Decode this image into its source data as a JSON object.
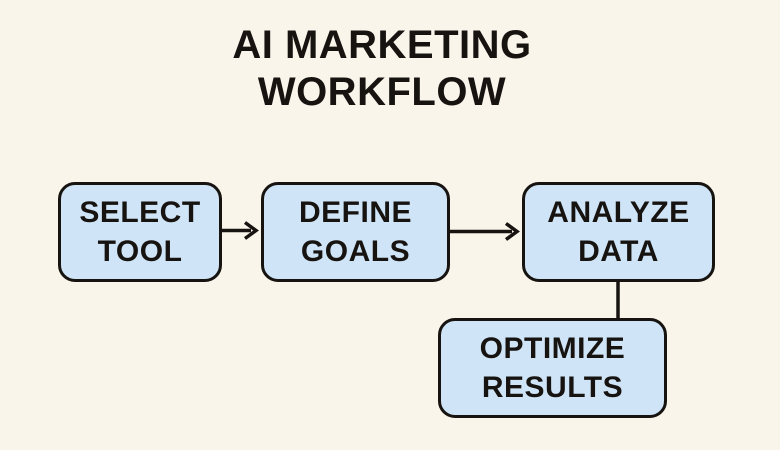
{
  "title": "AI MARKETING WORKFLOW",
  "colors": {
    "background": "#FAF5EB",
    "node_fill": "#CFE5F7",
    "node_border": "#161310",
    "text": "#161310",
    "connector": "#161310"
  },
  "diagram": {
    "nodes": [
      {
        "id": "select-tool",
        "label": "SELECT TOOL"
      },
      {
        "id": "define-goals",
        "label": "DEFINE GOALS"
      },
      {
        "id": "analyze-data",
        "label": "ANALYZE DATA"
      },
      {
        "id": "optimize-results",
        "label": "OPTIMIZE RESULTS"
      }
    ],
    "edges": [
      {
        "from": "select-tool",
        "to": "define-goals",
        "type": "arrow"
      },
      {
        "from": "define-goals",
        "to": "analyze-data",
        "type": "arrow"
      },
      {
        "from": "analyze-data",
        "to": "optimize-results",
        "type": "line"
      }
    ]
  }
}
